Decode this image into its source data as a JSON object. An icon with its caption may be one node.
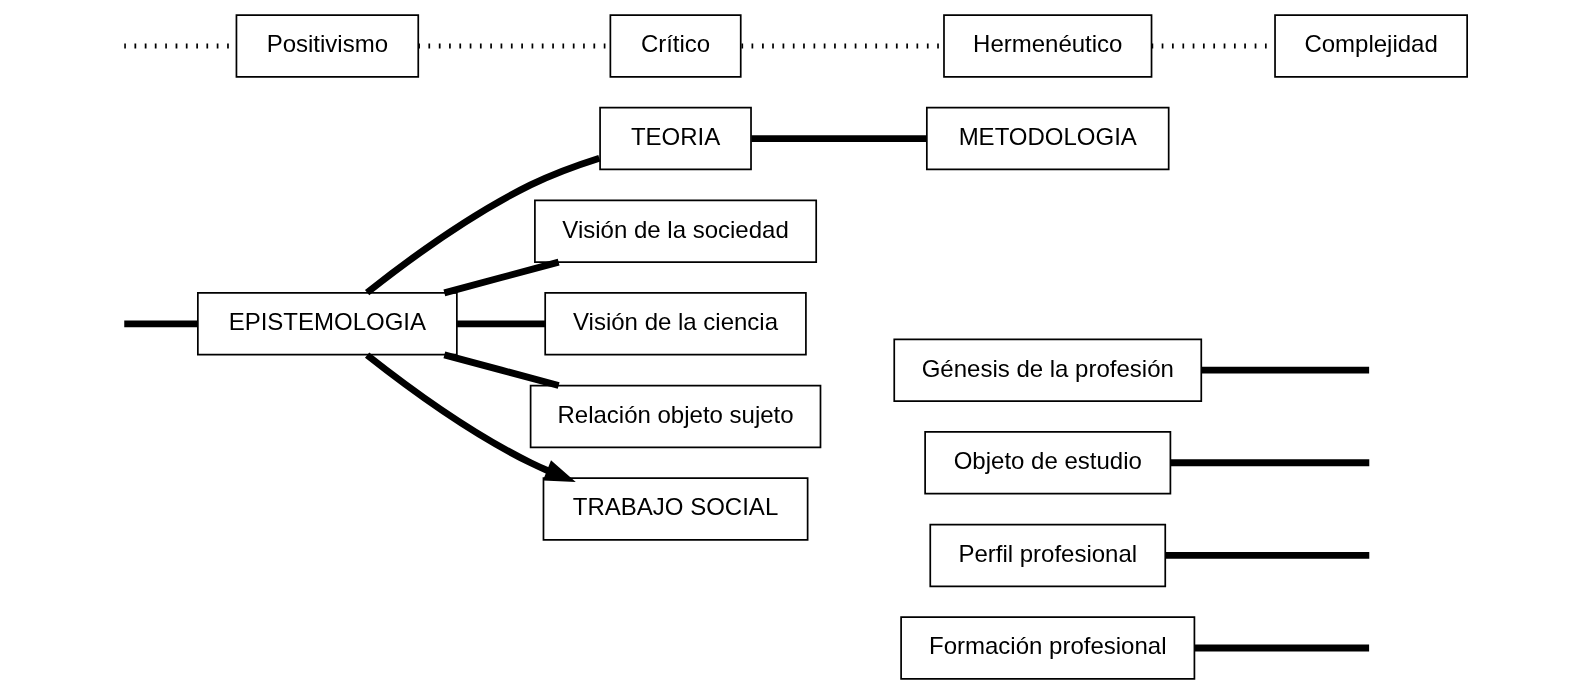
{
  "diagram": {
    "nodes": [
      {
        "text": [
          "EPISTEMOLOGIA"
        ]
      },
      {
        "text": [
          "TEORIA"
        ]
      },
      {
        "text": [
          "METODOLOGIA"
        ]
      },
      {
        "text": [
          "Visión de la sociedad"
        ]
      },
      {
        "text": [
          "Visión de la ciencia"
        ]
      },
      {
        "text": [
          "Relación objeto sujeto"
        ]
      },
      {
        "text": [
          "Positivismo"
        ]
      },
      {
        "text": [
          "Crítico"
        ]
      },
      {
        "text": [
          "Hermenéutico"
        ]
      },
      {
        "text": [
          "Complejidad"
        ]
      },
      {
        "text": [
          "TRABAJO SOCIAL"
        ]
      },
      {
        "text": [
          "Génesis de la profesión"
        ]
      },
      {
        "text": [
          "Objeto de estudio"
        ]
      },
      {
        "text": [
          "Perfil profesional"
        ]
      },
      {
        "text": [
          "Formación profesional"
        ]
      }
    ],
    "edges": [
      {
        "from": null,
        "to": 0,
        "arrow": "none"
      },
      {
        "from": 0,
        "to": 1,
        "arrow": "none"
      },
      {
        "from": 1,
        "to": 2,
        "arrow": "none"
      },
      {
        "from": 0,
        "to": 3,
        "arrow": "none"
      },
      {
        "from": 0,
        "to": 4,
        "arrow": "none"
      },
      {
        "from": 0,
        "to": 5,
        "arrow": "none"
      },
      {
        "from": null,
        "to": 6,
        "arrow": "none",
        "style": "dashed"
      },
      {
        "from": 6,
        "to": 7,
        "arrow": "none",
        "style": "dashed"
      },
      {
        "from": 7,
        "to": 8,
        "arrow": "none",
        "style": "dashed"
      },
      {
        "from": 8,
        "to": 9,
        "arrow": "none",
        "style": "dashed"
      },
      {
        "from": 0,
        "to": 10,
        "arrow": "to"
      },
      {
        "from": 11,
        "to": null,
        "arrow": "none"
      },
      {
        "from": 12,
        "to": null,
        "arrow": "none"
      },
      {
        "from": 13,
        "to": null,
        "arrow": "none"
      },
      {
        "from": 14,
        "to": null,
        "arrow": "none"
      }
    ]
  }
}
